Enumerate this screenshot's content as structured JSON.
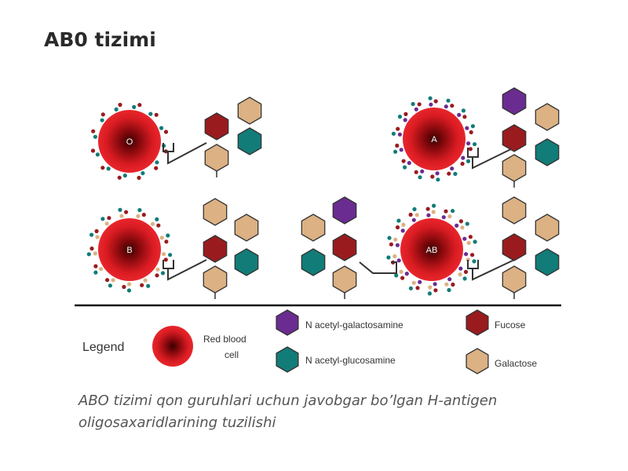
{
  "title": "AB0 tizimi",
  "caption": "ABO tizimi qon guruhlari uchun javobgar bo’lgan H-antigen oligosaxaridlarining tuzilishi",
  "colors": {
    "cell_outer": "#e41e26",
    "cell_core": "#5a0000",
    "galactose": "#dcb183",
    "fucose": "#9a1b1e",
    "n_acetyl_glucosamine": "#127c78",
    "n_acetyl_galactosamine": "#6b2c91",
    "outline": "#333333"
  },
  "cells": [
    {
      "label": "O"
    },
    {
      "label": "A"
    },
    {
      "label": "B"
    },
    {
      "label": "AB"
    }
  ],
  "legend": {
    "heading": "Legend",
    "red_blood_cell_line1": "Red blood",
    "red_blood_cell_line2": "cell",
    "n_acetyl_galactosamine": "N acetyl-galactosamine",
    "n_acetyl_glucosamine": "N acetyl-glucosamine",
    "fucose": "Fucose",
    "galactose": "Galactose"
  }
}
